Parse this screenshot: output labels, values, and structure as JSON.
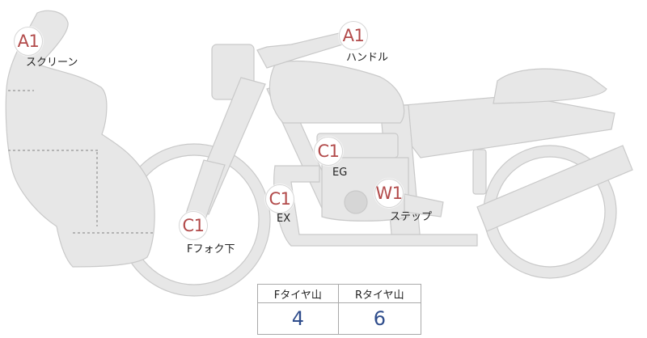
{
  "diagram": {
    "markers": [
      {
        "id": "screen",
        "code": "A1",
        "label": "スクリーン"
      },
      {
        "id": "handle",
        "code": "A1",
        "label": "ハンドル"
      },
      {
        "id": "eg",
        "code": "C1",
        "label": "EG"
      },
      {
        "id": "ex",
        "code": "C1",
        "label": "EX"
      },
      {
        "id": "ffork",
        "code": "C1",
        "label": "Fフォク下"
      },
      {
        "id": "step",
        "code": "W1",
        "label": "ステップ"
      }
    ]
  },
  "tread_table": {
    "headers": [
      "Fタイヤ山",
      "Rタイヤ山"
    ],
    "values": [
      "4",
      "6"
    ]
  },
  "colors": {
    "body_fill": "#e7e7e7",
    "outline": "#c9c9c9",
    "marker_text": "#b24a4a",
    "value_text": "#2f4d8c"
  }
}
